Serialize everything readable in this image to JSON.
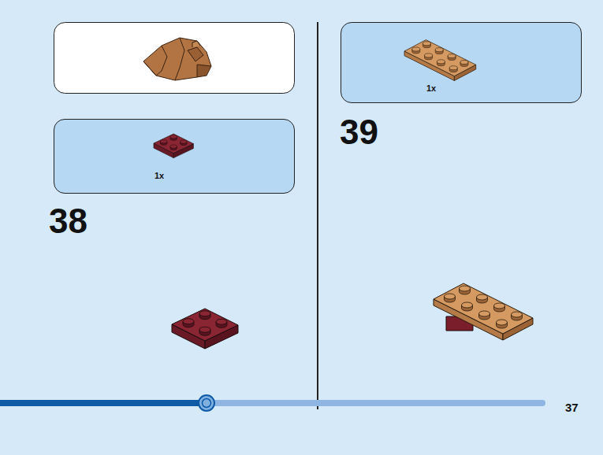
{
  "diagram": {
    "nodes": [
      {
        "text": [
          "1x"
        ]
      },
      {
        "text": [
          "1x"
        ]
      }
    ],
    "labels": [
      "38",
      "39",
      "37"
    ]
  }
}
